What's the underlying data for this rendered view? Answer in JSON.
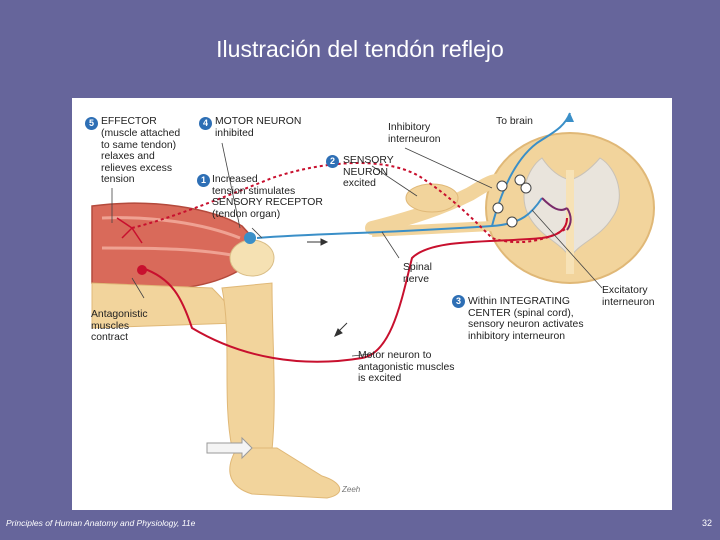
{
  "slide": {
    "title": "Ilustración del tendón reflejo",
    "footer_left": "Principles of Human Anatomy and Physiology, 11e",
    "page_number": "32"
  },
  "steps": {
    "s1": "1",
    "s2": "2",
    "s3": "3",
    "s4": "4",
    "s5": "5"
  },
  "labels": {
    "effector_title": "EFFECTOR",
    "effector_text": "(muscle attached\nto same tendon)\nrelaxes and\nrelieves excess\ntension",
    "motor_neuron_title": "MOTOR NEURON",
    "motor_neuron_text": "inhibited",
    "inhibitory_interneuron": "Inhibitory\ninterneuron",
    "to_brain": "To brain",
    "sensory_neuron": "SENSORY\nNEURON\nexcited",
    "increased_tension": "Increased\ntension stimulates\nSENSORY RECEPTOR\n(tendon organ)",
    "spinal_nerve": "Spinal\nnerve",
    "antagonistic_muscles": "Antagonistic\nmuscles\ncontract",
    "integrating_center": "Within INTEGRATING\nCENTER (spinal cord),\nsensory neuron activates\ninhibitory interneuron",
    "excitatory_interneuron": "Excitatory\ninterneuron",
    "motor_neuron_antagonistic": "Motor neuron to\nantagonistic muscles\nis excited",
    "signature": "Zeeh"
  },
  "colors": {
    "background": "#66659b",
    "sensory": "#3a8fc8",
    "motor": "#c8102e",
    "skin": "#f2d49c",
    "muscle": "#d96a5a",
    "step_badge": "#2e6fb5"
  }
}
